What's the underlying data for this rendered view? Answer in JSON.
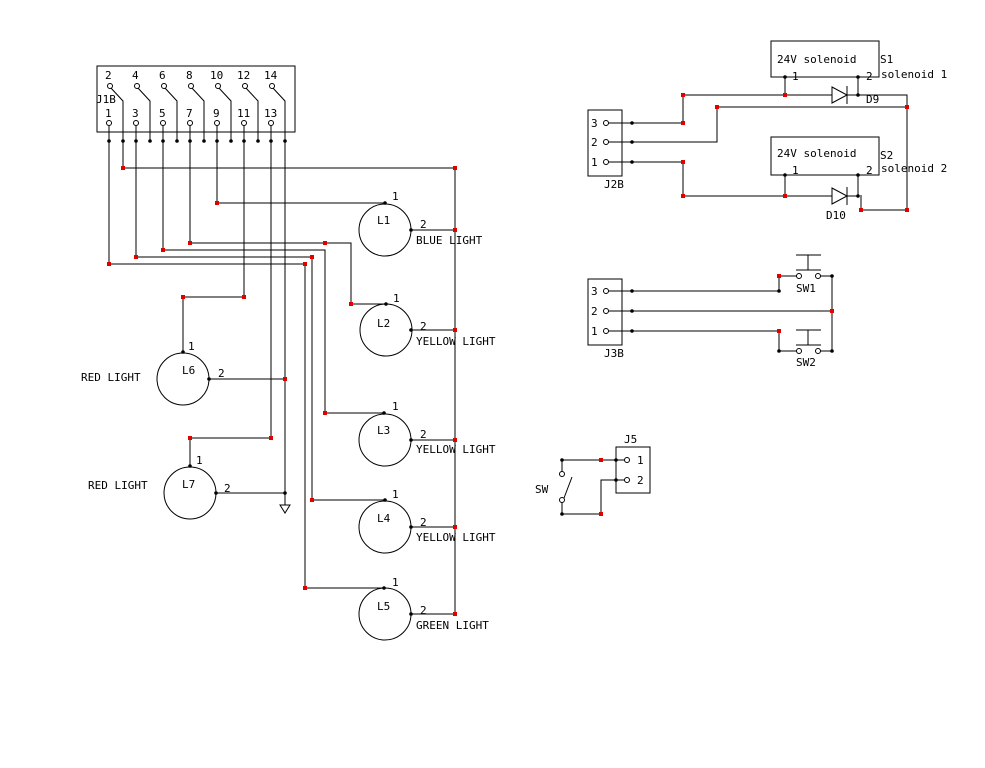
{
  "colors": {
    "wire": "#000000",
    "junction": "#000000",
    "node": "#e00000",
    "background": "#ffffff"
  },
  "connectors": {
    "j1b": {
      "ref": "J1B",
      "even_pins": [
        "2",
        "4",
        "6",
        "8",
        "10",
        "12",
        "14"
      ],
      "odd_pins": [
        "1",
        "3",
        "5",
        "7",
        "9",
        "11",
        "13"
      ]
    },
    "j2b": {
      "ref": "J2B",
      "pins": [
        "3",
        "2",
        "1"
      ]
    },
    "j3b": {
      "ref": "J3B",
      "pins": [
        "3",
        "2",
        "1"
      ]
    },
    "j5": {
      "ref": "J5",
      "pins": [
        "1",
        "2"
      ]
    }
  },
  "lights": [
    {
      "ref": "L1",
      "pin1": "1",
      "pin2": "2",
      "label": "BLUE LIGHT"
    },
    {
      "ref": "L2",
      "pin1": "1",
      "pin2": "2",
      "label": "YELLOW LIGHT"
    },
    {
      "ref": "L3",
      "pin1": "1",
      "pin2": "2",
      "label": "YELLOW LIGHT"
    },
    {
      "ref": "L4",
      "pin1": "1",
      "pin2": "2",
      "label": "YELLOW LIGHT"
    },
    {
      "ref": "L5",
      "pin1": "1",
      "pin2": "2",
      "label": "GREEN LIGHT"
    },
    {
      "ref": "L6",
      "pin1": "1",
      "pin2": "2",
      "label": "RED LIGHT"
    },
    {
      "ref": "L7",
      "pin1": "1",
      "pin2": "2",
      "label": "RED LIGHT"
    }
  ],
  "solenoids": [
    {
      "ref": "S1",
      "part": "24V solenoid",
      "desc": "solenoid 1",
      "pin1": "1",
      "pin2": "2"
    },
    {
      "ref": "S2",
      "part": "24V solenoid",
      "desc": "solenoid 2",
      "pin1": "1",
      "pin2": "2"
    }
  ],
  "diodes": [
    {
      "ref": "D9"
    },
    {
      "ref": "D10"
    }
  ],
  "switches": [
    {
      "ref": "SW1"
    },
    {
      "ref": "SW2"
    },
    {
      "ref": "SW"
    }
  ],
  "ground_icon": "ground-symbol"
}
